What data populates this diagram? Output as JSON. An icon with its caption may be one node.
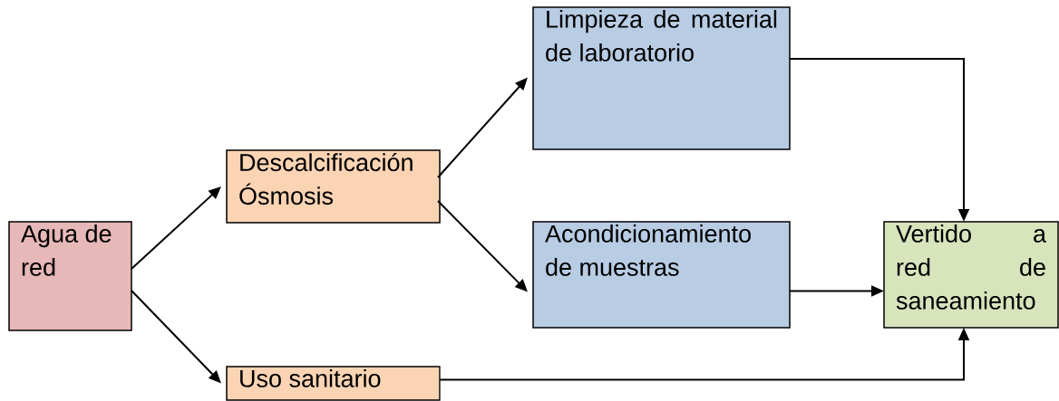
{
  "diagram": {
    "nodes": [
      {
        "text": [
          "Agua de red"
        ]
      },
      {
        "text": [
          "Descalcificación Ósmosis"
        ]
      },
      {
        "text": [
          "Uso sanitario"
        ]
      },
      {
        "text": [
          "Limpieza de material de laboratorio"
        ]
      },
      {
        "text": [
          "Acondicionamiento de muestras"
        ]
      },
      {
        "text": [
          "Vertido a red de saneamiento"
        ]
      }
    ],
    "edges": [
      {
        "from": 0,
        "to": 1,
        "arrow": "to"
      },
      {
        "from": 0,
        "to": 2,
        "arrow": "to"
      },
      {
        "from": 1,
        "to": 3,
        "arrow": "to"
      },
      {
        "from": 1,
        "to": 4,
        "arrow": "to"
      },
      {
        "from": 3,
        "to": 5,
        "arrow": "to"
      },
      {
        "from": 4,
        "to": 5,
        "arrow": "to"
      },
      {
        "from": 2,
        "to": 5,
        "arrow": "to"
      }
    ]
  }
}
